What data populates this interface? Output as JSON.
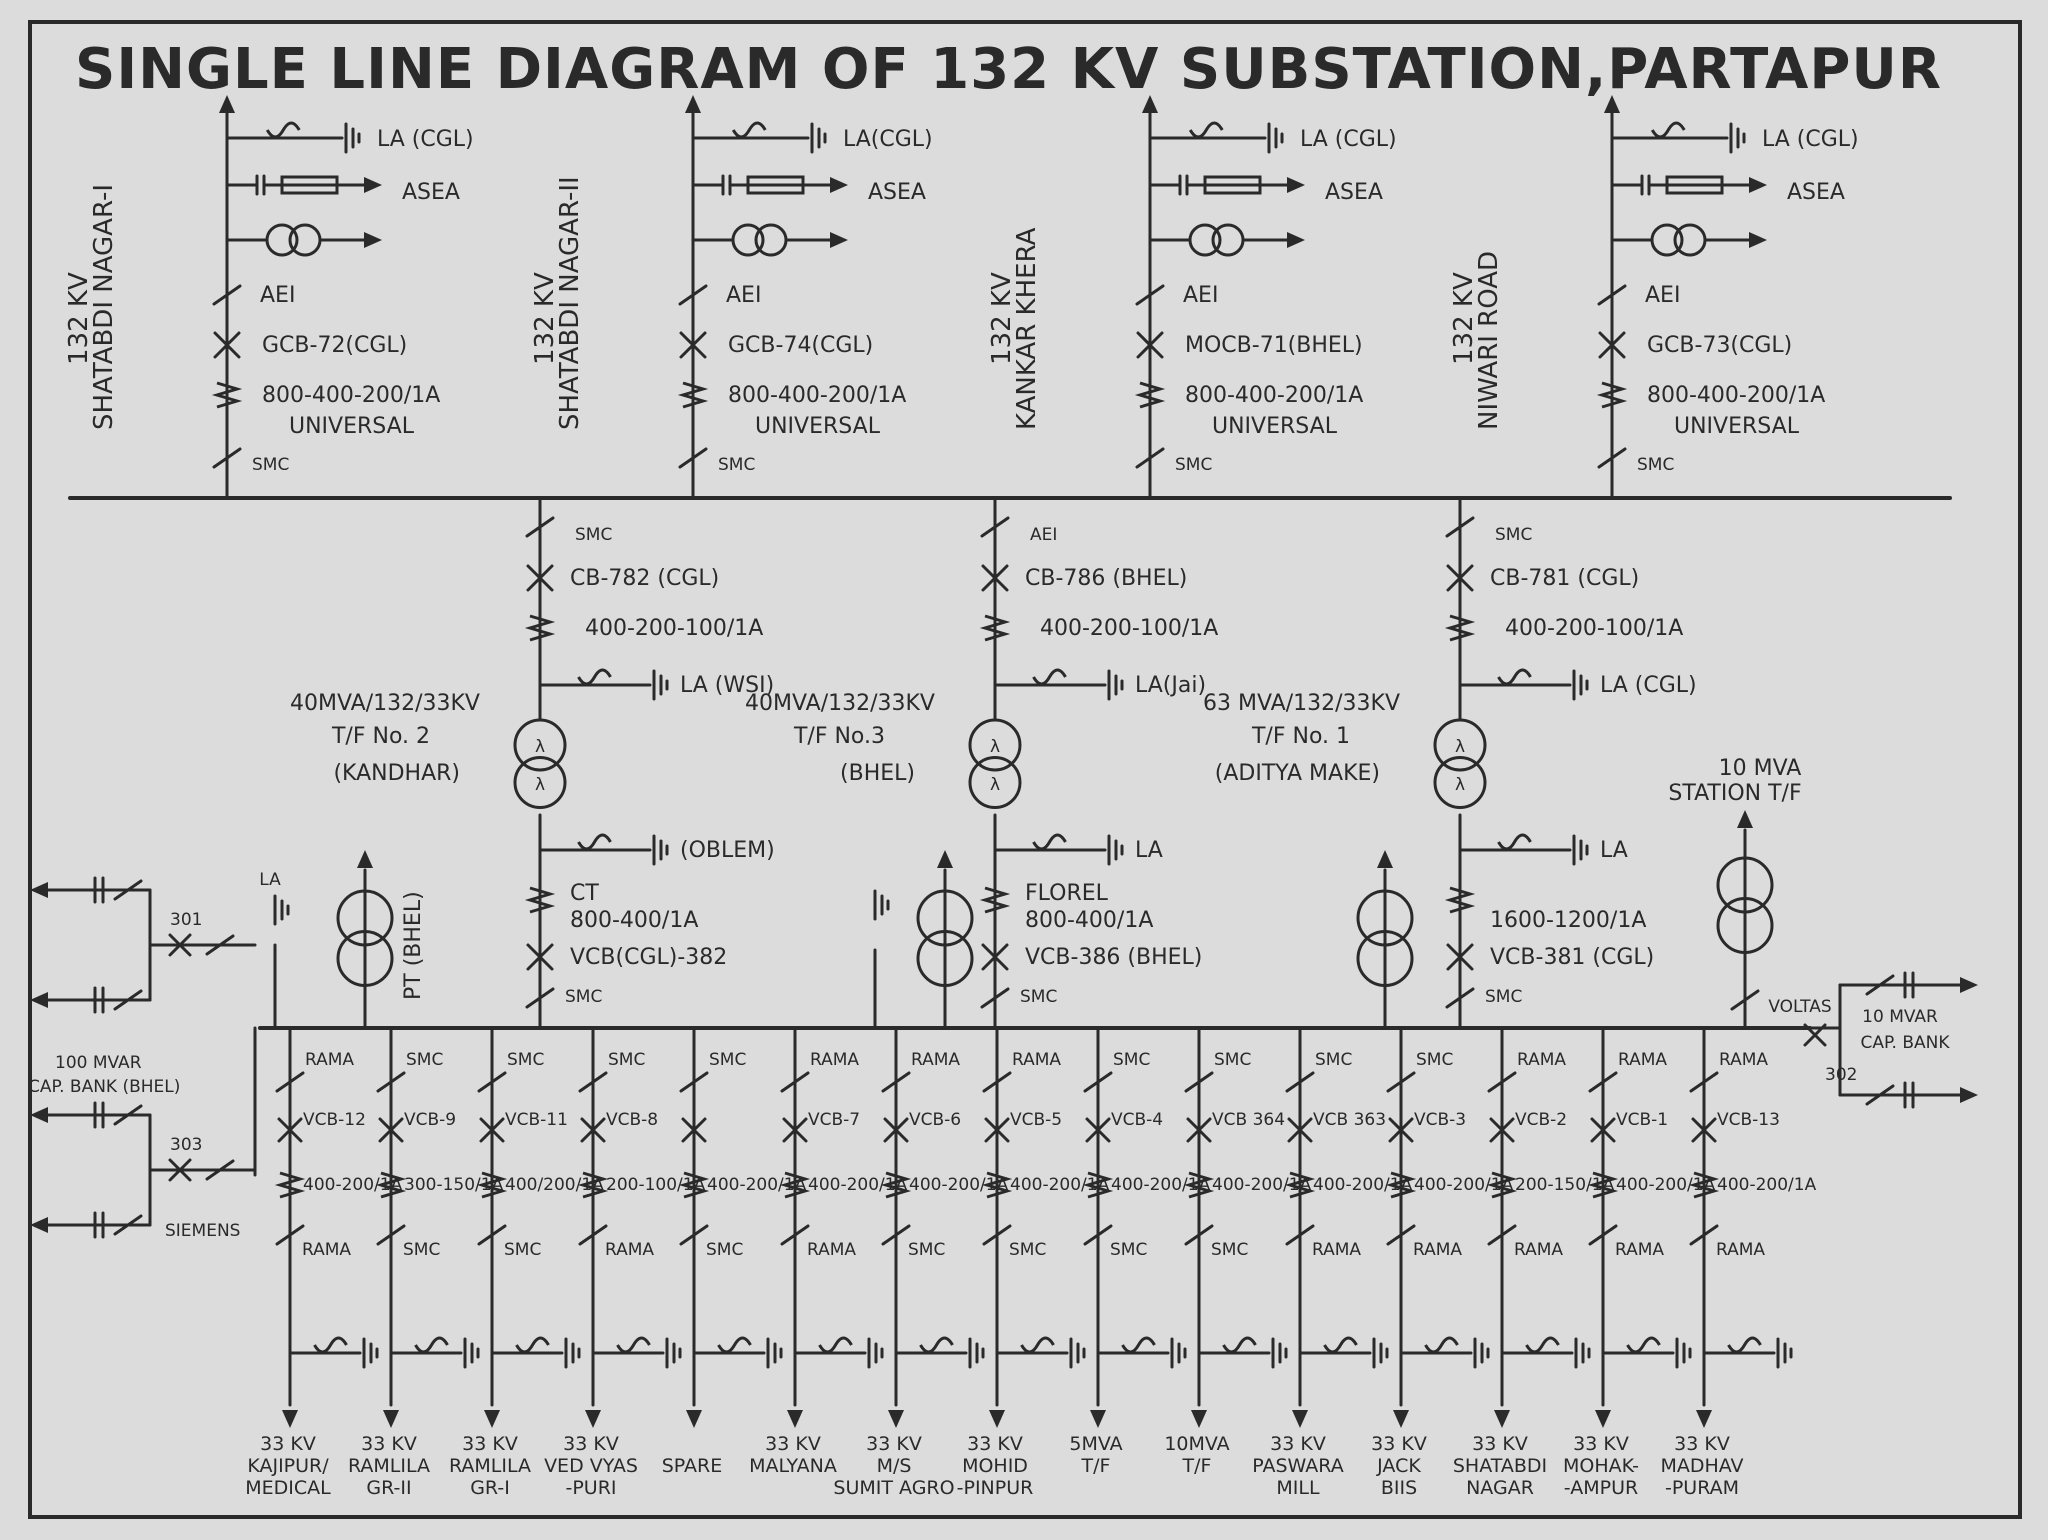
{
  "title": "SINGLE LINE DIAGRAM OF 132 KV SUBSTATION,PARTAPUR",
  "colors": {
    "paper": "#dcdcdc",
    "ink": "#2a2a2a"
  },
  "incomers": [
    {
      "kv": "132 KV",
      "name": "SHATABDI NAGAR-I",
      "la": "LA (CGL)",
      "meter": "ASEA",
      "isolator": "AEI",
      "breaker": "GCB-72(CGL)",
      "ct": "800-400-200/1A",
      "ct_make": "UNIVERSAL",
      "switch": "SMC"
    },
    {
      "kv": "132 KV",
      "name": "SHATABDI NAGAR-II",
      "la": "LA(CGL)",
      "meter": "ASEA",
      "isolator": "AEI",
      "breaker": "GCB-74(CGL)",
      "ct": "800-400-200/1A",
      "ct_make": "UNIVERSAL",
      "switch": "SMC"
    },
    {
      "kv": "132 KV",
      "name": "KANKAR KHERA",
      "la": "LA (CGL)",
      "meter": "ASEA",
      "isolator": "AEI",
      "breaker": "MOCB-71(BHEL)",
      "ct": "800-400-200/1A",
      "ct_make": "UNIVERSAL",
      "switch": "SMC"
    },
    {
      "kv": "132 KV",
      "name": "NIWARI ROAD",
      "la": "LA (CGL)",
      "meter": "ASEA",
      "isolator": "AEI",
      "breaker": "GCB-73(CGL)",
      "ct": "800-400-200/1A",
      "ct_make": "UNIVERSAL",
      "switch": "SMC"
    }
  ],
  "transformers": [
    {
      "hv_switch": "SMC",
      "hv_cb": "CB-782 (CGL)",
      "hv_ct": "400-200-100/1A",
      "hv_la": "LA (WSI)",
      "rating": "40MVA/132/33KV",
      "tf_no": "T/F No. 2",
      "make": "(KANDHAR)",
      "lv_la": "(OBLEM)",
      "lv_ct_label": "CT",
      "lv_ct": "800-400/1A",
      "lv_vcb": "VCB(CGL)-382",
      "lv_switch": "SMC"
    },
    {
      "hv_switch": "AEI",
      "hv_cb": "CB-786 (BHEL)",
      "hv_ct": "400-200-100/1A",
      "hv_la": "LA(Jai)",
      "rating": "40MVA/132/33KV",
      "tf_no": "T/F No.3",
      "make": "(BHEL)",
      "lv_la": "LA",
      "lv_ct_label": "FLOREL",
      "lv_ct": "800-400/1A",
      "lv_vcb": "VCB-386 (BHEL)",
      "lv_switch": "SMC"
    },
    {
      "hv_switch": "SMC",
      "hv_cb": "CB-781 (CGL)",
      "hv_ct": "400-200-100/1A",
      "hv_la": "LA (CGL)",
      "rating": "63 MVA/132/33KV",
      "tf_no": "T/F No. 1",
      "make": "(ADITYA MAKE)",
      "lv_la": "LA",
      "lv_ct_label": "",
      "lv_ct": "1600-1200/1A",
      "lv_vcb": "VCB-381 (CGL)",
      "lv_switch": "SMC"
    }
  ],
  "station_tf": {
    "rating": "10 MVA",
    "label": "STATION T/F",
    "switch": "VOLTAS"
  },
  "pt": {
    "label": "PT (BHEL)",
    "la": "LA"
  },
  "cap_bank_left": {
    "label": "100 MVAR",
    "label2": "CAP. BANK (BHEL)",
    "bay1": "301",
    "bay2": "303",
    "make": "SIEMENS"
  },
  "cap_bank_right": {
    "label": "10 MVAR",
    "label2": "CAP. BANK",
    "bay": "302"
  },
  "feeders": [
    {
      "iso_top": "RAMA",
      "vcb": "VCB-12",
      "ct": "400-200/1A",
      "iso_bot": "RAMA",
      "kv": "33 KV",
      "name": "KAJIPUR/",
      "name2": "MEDICAL"
    },
    {
      "iso_top": "SMC",
      "vcb": "VCB-9",
      "ct": "300-150/1A",
      "iso_bot": "SMC",
      "kv": "33 KV",
      "name": "RAMLILA",
      "name2": "GR-II"
    },
    {
      "iso_top": "SMC",
      "vcb": "VCB-11",
      "ct": "400/200/1A",
      "iso_bot": "SMC",
      "kv": "33 KV",
      "name": "RAMLILA",
      "name2": "GR-I"
    },
    {
      "iso_top": "SMC",
      "vcb": "VCB-8",
      "ct": "200-100/1A",
      "iso_bot": "RAMA",
      "kv": "33 KV",
      "name": "VED VYAS",
      "name2": "-PURI"
    },
    {
      "iso_top": "SMC",
      "vcb": "",
      "ct": "400-200/1A",
      "iso_bot": "SMC",
      "kv": "",
      "name": "SPARE",
      "name2": ""
    },
    {
      "iso_top": "RAMA",
      "vcb": "VCB-7",
      "ct": "400-200/1A",
      "iso_bot": "RAMA",
      "kv": "33 KV",
      "name": "MALYANA",
      "name2": ""
    },
    {
      "iso_top": "RAMA",
      "vcb": "VCB-6",
      "ct": "400-200/1A",
      "iso_bot": "SMC",
      "kv": "33 KV",
      "name": "M/S",
      "name2": "SUMIT AGRO"
    },
    {
      "iso_top": "RAMA",
      "vcb": "VCB-5",
      "ct": "400-200/1A",
      "iso_bot": "SMC",
      "kv": "33 KV",
      "name": "MOHID",
      "name2": "-PINPUR"
    },
    {
      "iso_top": "SMC",
      "vcb": "VCB-4",
      "ct": "400-200/1A",
      "iso_bot": "SMC",
      "kv": "5MVA",
      "name": "T/F",
      "name2": ""
    },
    {
      "iso_top": "SMC",
      "vcb": "VCB 364",
      "ct": "400-200/1A",
      "iso_bot": "SMC",
      "kv": "10MVA",
      "name": "T/F",
      "name2": ""
    },
    {
      "iso_top": "SMC",
      "vcb": "VCB 363",
      "ct": "400-200/1A",
      "iso_bot": "RAMA",
      "kv": "33 KV",
      "name": "PASWARA",
      "name2": "MILL"
    },
    {
      "iso_top": "SMC",
      "vcb": "VCB-3",
      "ct": "400-200/1A",
      "iso_bot": "RAMA",
      "kv": "33 KV",
      "name": "JACK",
      "name2": "BIIS"
    },
    {
      "iso_top": "RAMA",
      "vcb": "VCB-2",
      "ct": "200-150/1A",
      "iso_bot": "RAMA",
      "kv": "33 KV",
      "name": "SHATABDI",
      "name2": "NAGAR"
    },
    {
      "iso_top": "RAMA",
      "vcb": "VCB-1",
      "ct": "400-200/1A",
      "iso_bot": "RAMA",
      "kv": "33 KV",
      "name": "MOHAK-",
      "name2": "-AMPUR"
    },
    {
      "iso_top": "RAMA",
      "vcb": "VCB-13",
      "ct": "400-200/1A",
      "iso_bot": "RAMA",
      "kv": "33 KV",
      "name": "MADHAV",
      "name2": "-PURAM"
    }
  ]
}
